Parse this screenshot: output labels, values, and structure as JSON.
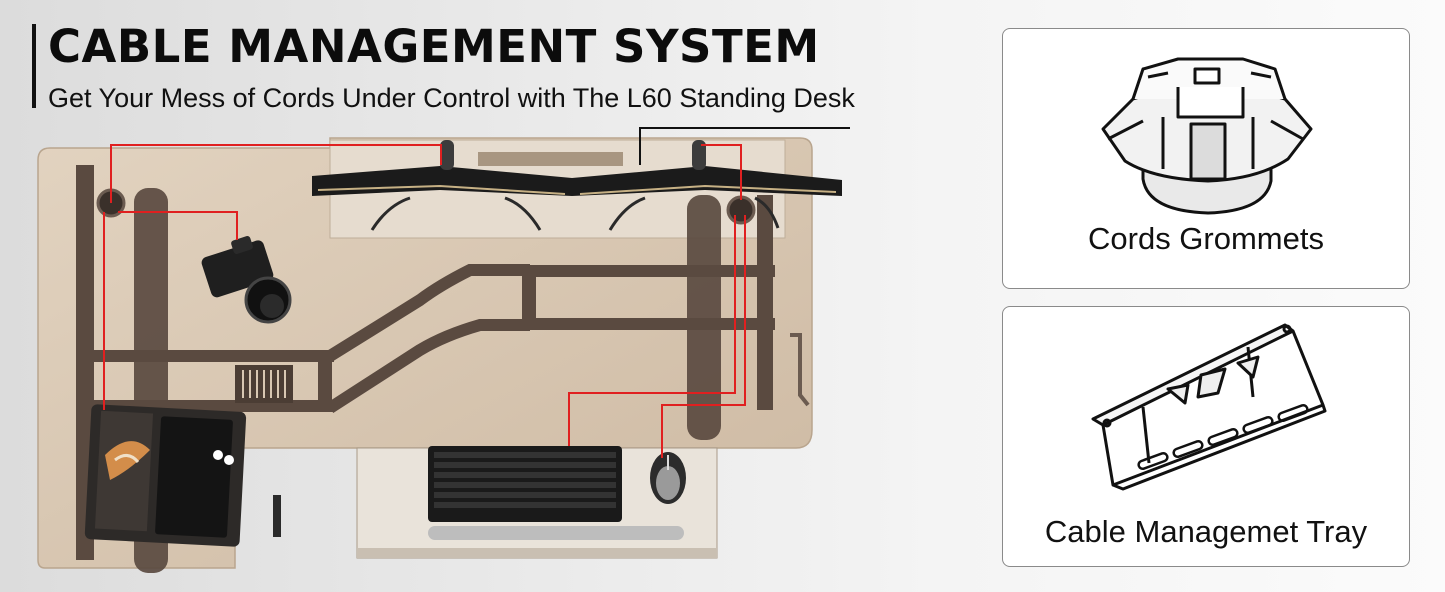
{
  "header": {
    "title": "CABLE MANAGEMENT SYSTEM",
    "subtitle": "Get Your Mess of Cords Under Control with The L60 Standing Desk"
  },
  "scene": {
    "description_icons": [
      "camera-icon",
      "monitor-icon",
      "tablet-icon",
      "keyboard-icon",
      "mouse-icon"
    ],
    "colors": {
      "desktop": "#d8c7b2",
      "frame": "#5a4a40",
      "cable_highlight": "#e02020",
      "card_border": "#8a8a8a"
    }
  },
  "features": [
    {
      "label": "Cords Grommets",
      "icon": "grommet-icon"
    },
    {
      "label": "Cable Managemet Tray",
      "icon": "cable-tray-icon"
    }
  ]
}
